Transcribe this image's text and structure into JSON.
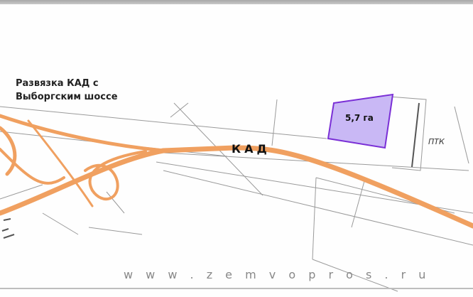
{
  "labels": {
    "junction_line1": "Развязка КАД с",
    "junction_line2": "Выборгским шоссе",
    "road": "КАД",
    "plot_area": "5,7 га",
    "ptk": "ПТК"
  },
  "watermark": "w w w . z e m v o p r o s . r u",
  "colors": {
    "road": "#f0a060",
    "plot_fill": "#c9b8f5",
    "plot_stroke": "#7a2fd6"
  }
}
